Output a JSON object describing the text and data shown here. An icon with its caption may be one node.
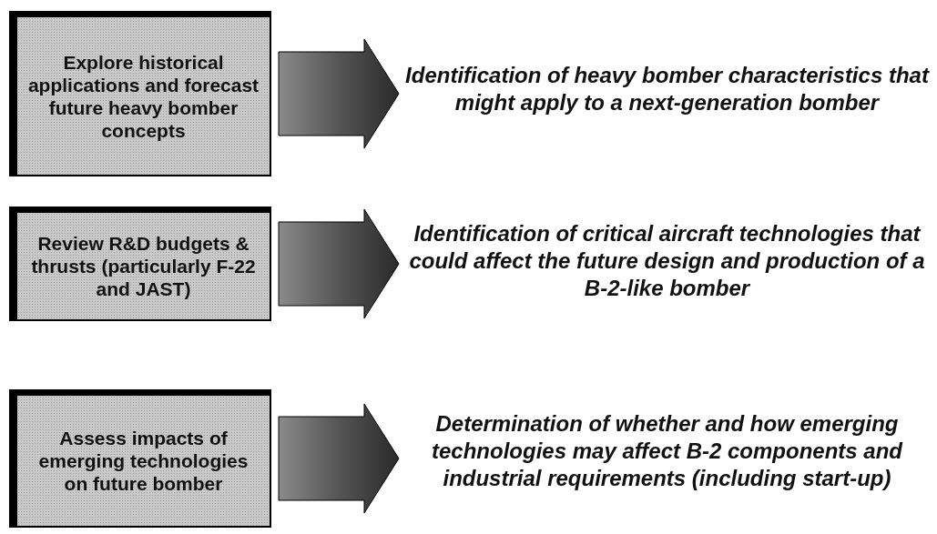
{
  "diagram": {
    "nodes": [
      {
        "text": [
          "Explore historical applications and forecast future heavy bomber concepts"
        ]
      },
      {
        "text": [
          "Identification of heavy bomber characteristics that might apply to a next-generation bomber"
        ]
      },
      {
        "text": [
          "Review R&D budgets & thrusts (particularly F-22 and JAST)"
        ]
      },
      {
        "text": [
          "Identification of critical aircraft technologies that could affect the future design and production of a B-2-like bomber"
        ]
      },
      {
        "text": [
          "Assess impacts of emerging technologies on future bomber"
        ]
      },
      {
        "text": [
          "Determination of whether and how emerging technologies may affect B-2 components and industrial requirements (including start-up)"
        ]
      }
    ],
    "edges": [
      {
        "from": 0,
        "to": 1,
        "arrow": "to"
      },
      {
        "from": 2,
        "to": 3,
        "arrow": "to"
      },
      {
        "from": 4,
        "to": 5,
        "arrow": "to"
      }
    ]
  }
}
